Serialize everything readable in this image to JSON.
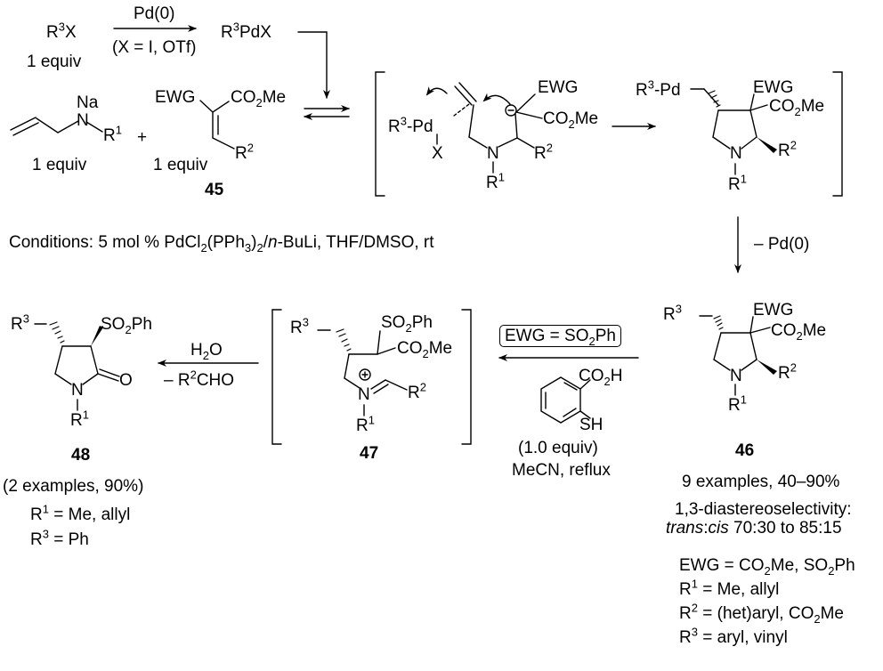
{
  "scheme": {
    "step1": {
      "reagent": "R3X",
      "reagent_equiv": "1 equiv",
      "catalyst_above_arrow": "Pd(0)",
      "condition_below_arrow": "(X = I, OTf)",
      "product": "R3PdX"
    },
    "reactants": {
      "amide": {
        "label": "sodium allylamide",
        "na": "Na",
        "n": "N",
        "r": "R1",
        "equiv": "1 equiv"
      },
      "plus": "+",
      "alkene": {
        "ewg": "EWG",
        "ester": "CO2Me",
        "r": "R2",
        "equiv": "1 equiv",
        "compound_number": "45"
      }
    },
    "intermediate_1": {
      "pd": "R3-Pd",
      "x": "X",
      "ewg": "EWG",
      "ester": "CO2Me",
      "n": "N",
      "r1": "R1",
      "r2": "R2",
      "charge": "−"
    },
    "intermediate_2": {
      "pd": "R3-Pd",
      "ewg": "EWG",
      "ester": "CO2Me",
      "n": "N",
      "r1": "R1",
      "r2": "R2"
    },
    "conditions": "Conditions: 5 mol % PdCl2(PPh3)2/n-BuLi, THF/DMSO, rt",
    "elimination_label": "– Pd(0)",
    "product_46": {
      "compound_number": "46",
      "r3": "R3",
      "ewg": "EWG",
      "ester": "CO2Me",
      "n": "N",
      "r1": "R1",
      "r2": "R2",
      "summary": [
        "9 examples, 40–90%",
        "1,3-diastereoselectivity:",
        "trans:cis 70:30 to 85:15"
      ],
      "substituents": [
        "EWG = CO2Me, SO2Ph",
        "R1 = Me, allyl",
        "R2 = (het)aryl, CO2Me",
        "R3 = aryl, vinyl"
      ]
    },
    "step_to_47": {
      "boxed_condition": "EWG = SO2Ph",
      "reagent": "thiosalicylic acid",
      "reagent_co2h": "CO2H",
      "reagent_sh": "SH",
      "reagent_equiv": "(1.0 equiv)",
      "solvent": "MeCN, reflux"
    },
    "intermediate_47": {
      "compound_number": "47",
      "r3": "R3",
      "so2ph": "SO2Ph",
      "ester": "CO2Me",
      "n": "N",
      "charge": "+",
      "r1": "R1",
      "r2": "R2"
    },
    "step_to_48": {
      "above": "H2O",
      "below": "– R2CHO"
    },
    "product_48": {
      "compound_number": "48",
      "r3": "R3",
      "so2ph": "SO2Ph",
      "o": "O",
      "n": "N",
      "r1": "R1",
      "summary": "(2 examples, 90%)",
      "substituents": [
        "R1 = Me, allyl",
        "R3 = Ph"
      ]
    }
  }
}
